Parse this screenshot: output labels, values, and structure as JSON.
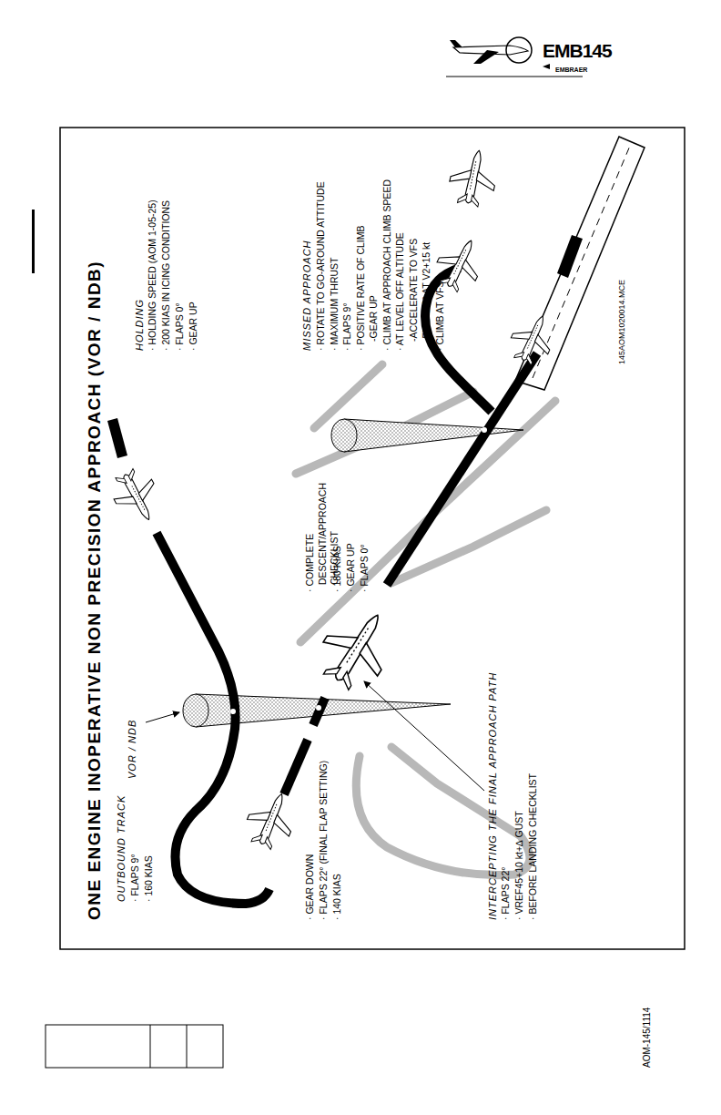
{
  "diagram": {
    "title": "ONE ENGINE INOPERATIVE NON PRECISION APPROACH (VOR / NDB)",
    "labels": [
      "OUTBOUND TRACK",
      "· FLAPS 9°",
      "· 160 KIAS",
      "VOR / NDB",
      "HOLDING",
      "· HOLDING SPEED (AOM 1-05-25)",
      "· 200 KIAS IN ICING CONDITIONS",
      "· FLAPS 0°",
      "· GEAR UP",
      "· COMPLETE DESCENT/APPROACH CHECKLIST",
      "· 180 KIAS",
      "· GEAR UP",
      "· FLAPS 0°",
      "· GEAR DOWN",
      "· FLAPS 22° (FINAL FLAP SETTING)",
      "· 140 KIAS",
      "MISSED APPROACH",
      "· ROTATE TO GO-AROUND ATTITUDE",
      "· MAXIMUM THRUST",
      "· FLAPS 9°",
      "· POSITIVE RATE OF CLIMB",
      "-GEAR UP",
      "· CLIMB AT APPROACH CLIMB SPEED",
      "· AT LEVEL OFF ALTITUDE",
      "-ACCELERATE TO VFS",
      "-FLAPS 0° AT V2+15 kt",
      "· CLIMB AT VFS",
      "INTERCEPTING THE FINAL APPROACH PATH",
      "· FLAPS 22°",
      "· VREF45+10 kt+∆ GUST",
      "· BEFORE LANDING CHECKLIST",
      "145AOM1020014.MCE",
      "EMB145",
      "EMBRAER",
      "AOM-145/1114"
    ]
  }
}
